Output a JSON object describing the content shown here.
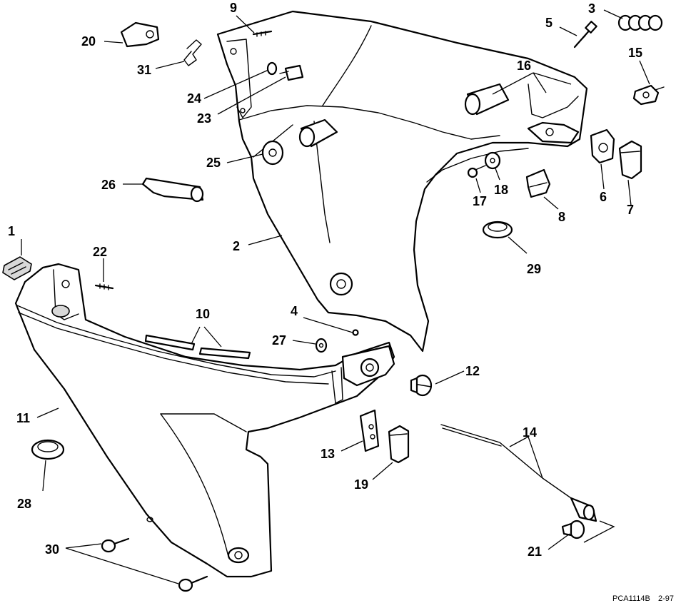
{
  "labels": [
    "1",
    "2",
    "3",
    "4",
    "5",
    "6",
    "7",
    "8",
    "9",
    "10",
    "11",
    "12",
    "13",
    "14",
    "15",
    "16",
    "17",
    "18",
    "19",
    "20",
    "21",
    "22",
    "23",
    "24",
    "25",
    "26",
    "27",
    "28",
    "29",
    "30",
    "31"
  ],
  "footer": {
    "code": "PCA1114B",
    "date": "2-97"
  }
}
